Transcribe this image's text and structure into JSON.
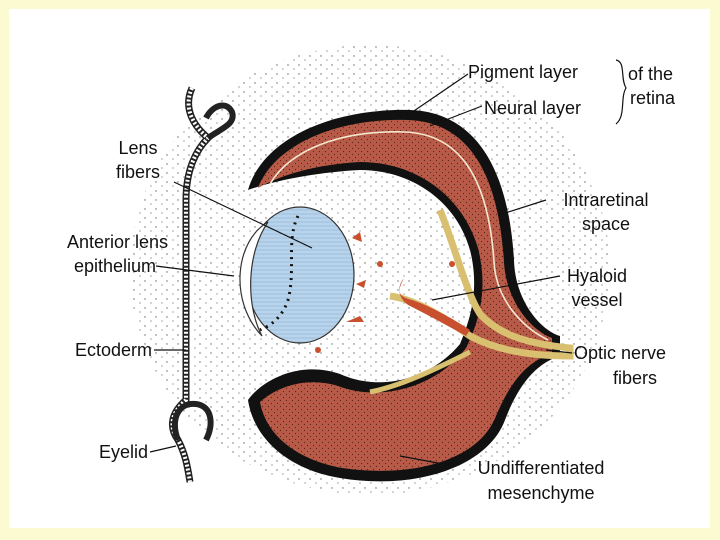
{
  "diagram": {
    "labels": {
      "pigment_layer": "Pigment layer",
      "neural_layer": "Neural layer",
      "of_the_retina_line1": "of the",
      "of_the_retina_line2": "retina",
      "lens_fibers_line1": "Lens",
      "lens_fibers_line2": "fibers",
      "anterior_lens_epithelium_line1": "Anterior lens",
      "anterior_lens_epithelium_line2": "epithelium",
      "ectoderm": "Ectoderm",
      "eyelid": "Eyelid",
      "intraretinal_space_line1": "Intraretinal",
      "intraretinal_space_line2": "space",
      "hyaloid_vessel_line1": "Hyaloid",
      "hyaloid_vessel_line2": "vessel",
      "optic_nerve_fibers_line1": "Optic nerve",
      "optic_nerve_fibers_line2": "fibers",
      "undifferentiated_mesenchyme_line1": "Undifferentiated",
      "undifferentiated_mesenchyme_line2": "mesenchyme"
    },
    "colors": {
      "slide_background": "#fcfad0",
      "panel_background": "#ffffff",
      "retina_neural": "#b85a48",
      "retina_pigment": "#111111",
      "lens": "#b8d4ec",
      "vessel": "#c8502e",
      "nerve_fibers": "#d8c070",
      "ink": "#111111"
    }
  }
}
